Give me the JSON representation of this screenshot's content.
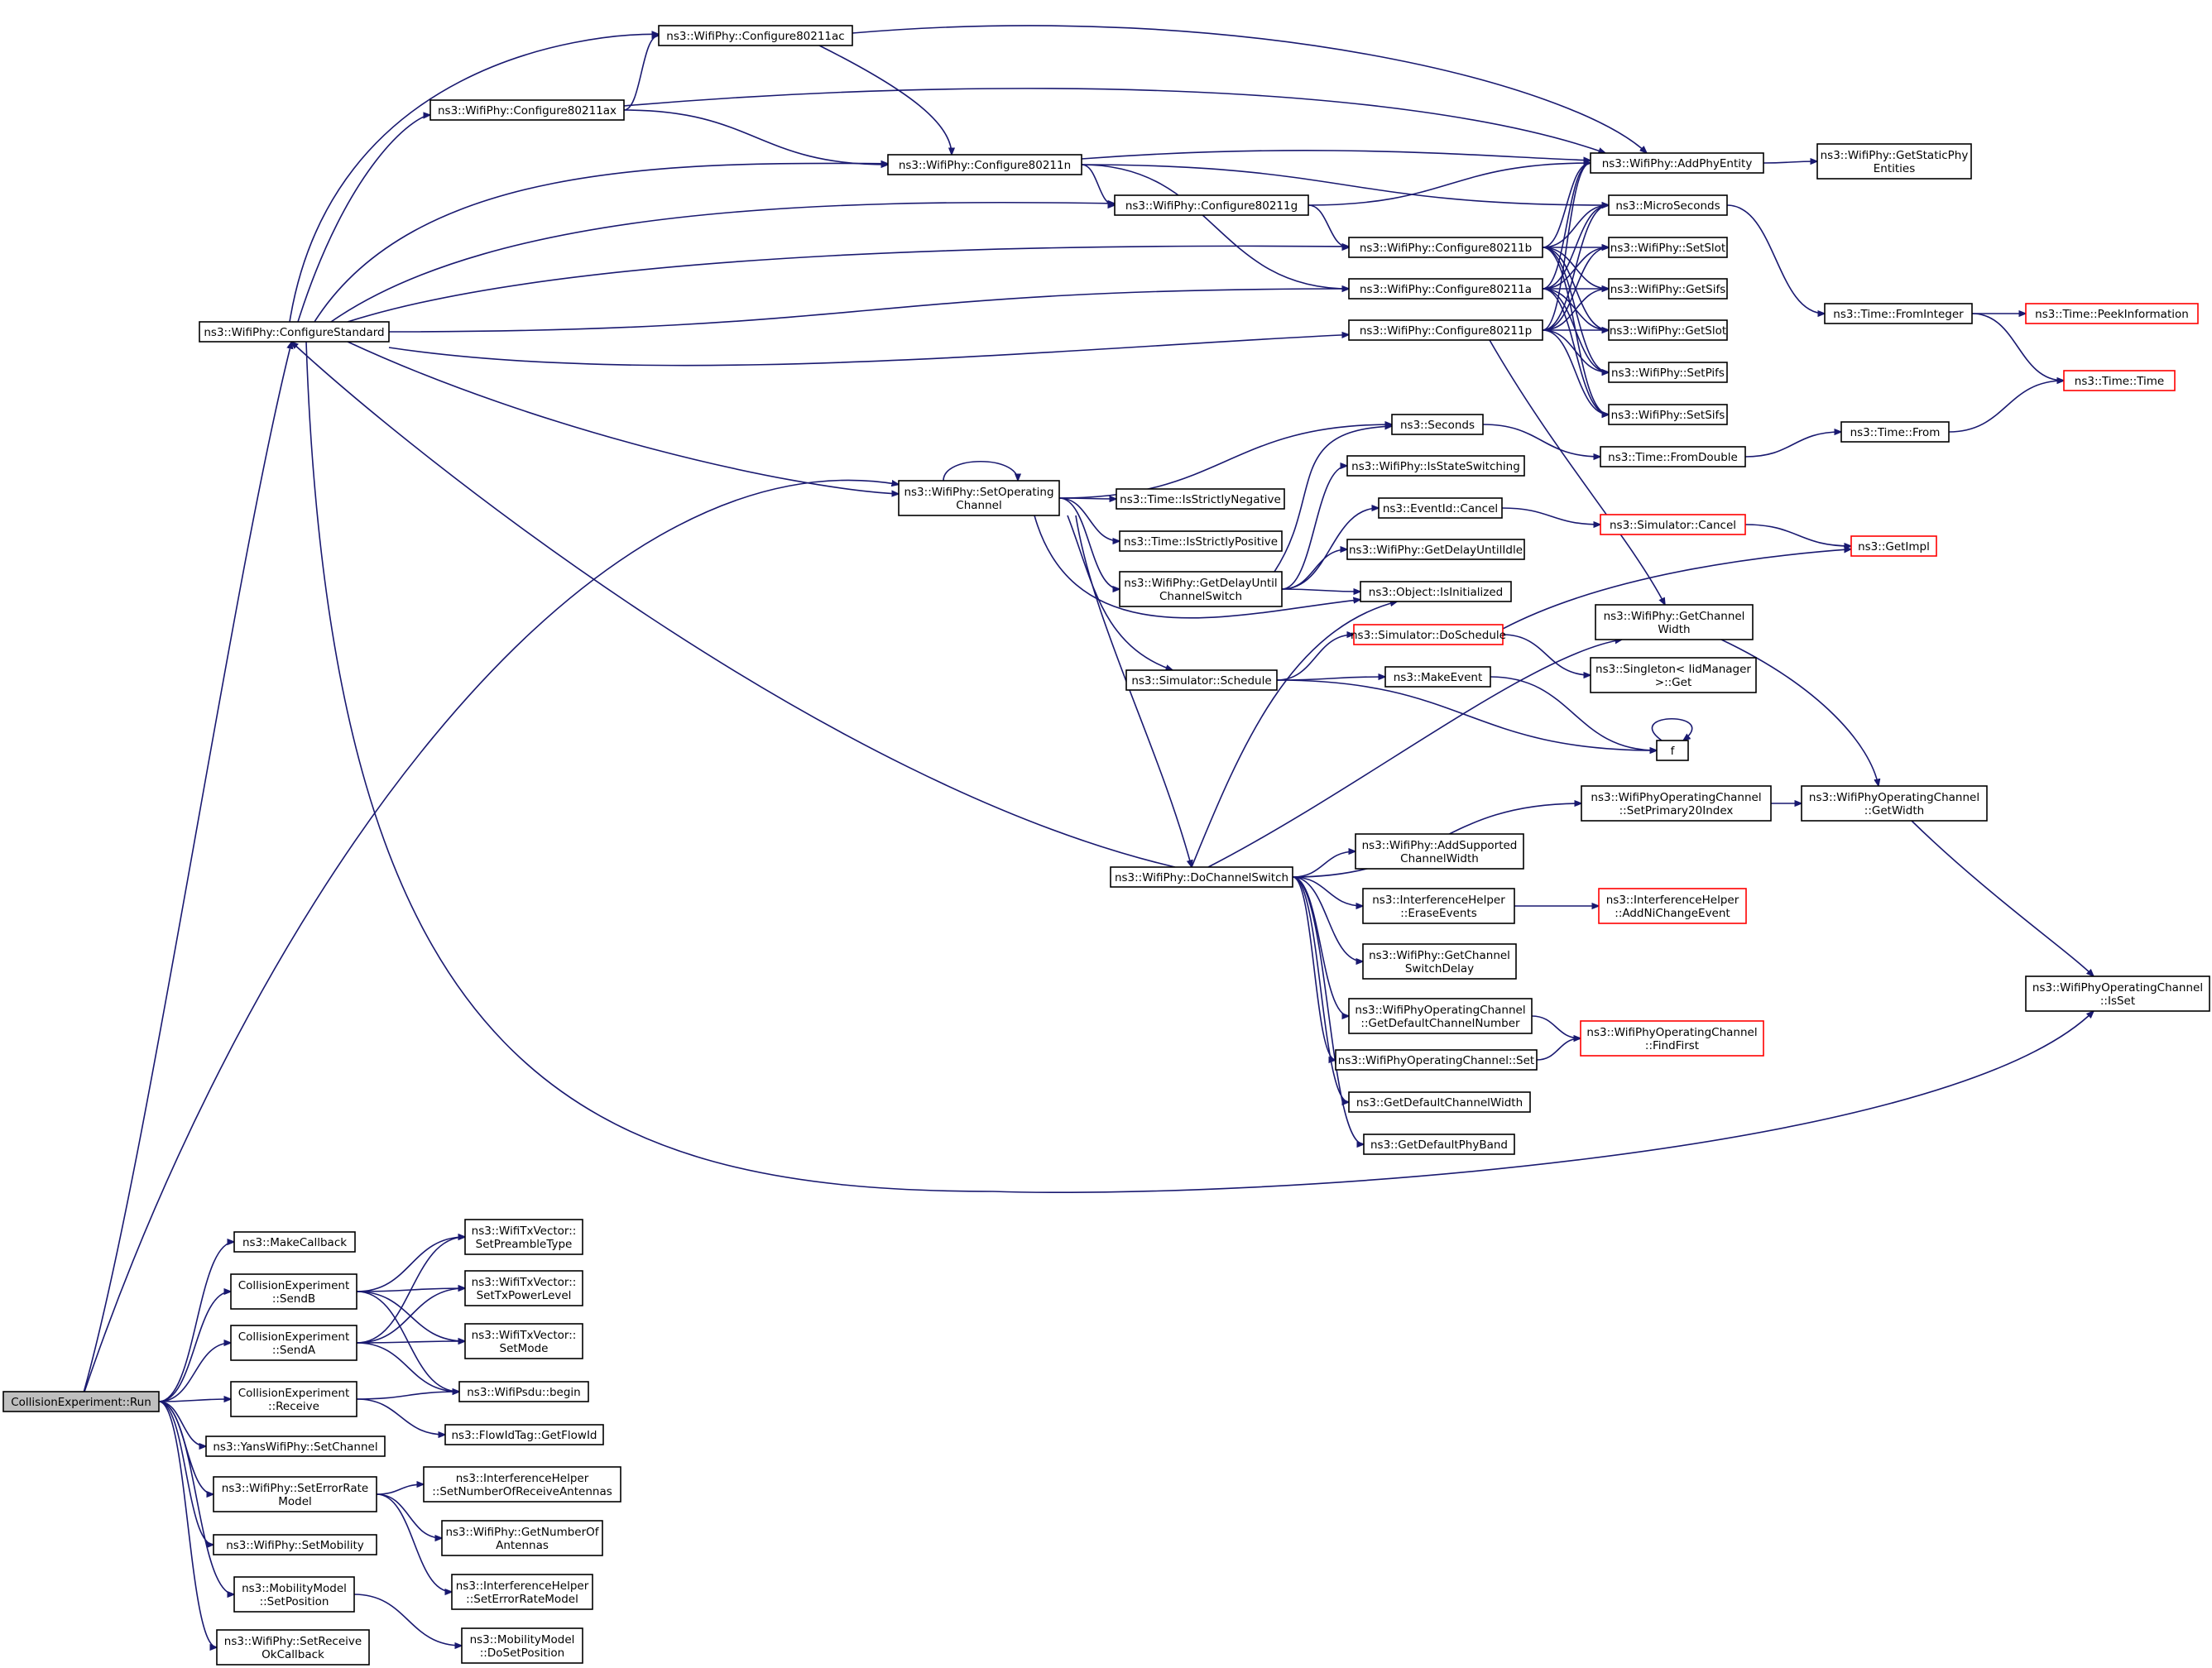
{
  "nodes": [
    {
      "id": "run",
      "lines": [
        "CollisionExperiment::Run"
      ],
      "style": "root"
    },
    {
      "id": "configStd",
      "lines": [
        "ns3::WifiPhy::ConfigureStandard"
      ]
    },
    {
      "id": "c80211ac",
      "lines": [
        "ns3::WifiPhy::Configure80211ac"
      ]
    },
    {
      "id": "c80211ax",
      "lines": [
        "ns3::WifiPhy::Configure80211ax"
      ]
    },
    {
      "id": "c80211n",
      "lines": [
        "ns3::WifiPhy::Configure80211n"
      ]
    },
    {
      "id": "c80211g",
      "lines": [
        "ns3::WifiPhy::Configure80211g"
      ]
    },
    {
      "id": "c80211b",
      "lines": [
        "ns3::WifiPhy::Configure80211b"
      ]
    },
    {
      "id": "c80211a",
      "lines": [
        "ns3::WifiPhy::Configure80211a"
      ]
    },
    {
      "id": "c80211p",
      "lines": [
        "ns3::WifiPhy::Configure80211p"
      ]
    },
    {
      "id": "addPhy",
      "lines": [
        "ns3::WifiPhy::AddPhyEntity"
      ]
    },
    {
      "id": "getStaticPhy",
      "lines": [
        "ns3::WifiPhy::GetStaticPhy",
        "Entities"
      ]
    },
    {
      "id": "micro",
      "lines": [
        "ns3::MicroSeconds"
      ]
    },
    {
      "id": "setSlot",
      "lines": [
        "ns3::WifiPhy::SetSlot"
      ]
    },
    {
      "id": "getSifs",
      "lines": [
        "ns3::WifiPhy::GetSifs"
      ]
    },
    {
      "id": "getSlot",
      "lines": [
        "ns3::WifiPhy::GetSlot"
      ]
    },
    {
      "id": "setPifs",
      "lines": [
        "ns3::WifiPhy::SetPifs"
      ]
    },
    {
      "id": "setSifs",
      "lines": [
        "ns3::WifiPhy::SetSifs"
      ]
    },
    {
      "id": "fromInteger",
      "lines": [
        "ns3::Time::FromInteger"
      ]
    },
    {
      "id": "peekInfo",
      "lines": [
        "ns3::Time::PeekInformation"
      ],
      "style": "red"
    },
    {
      "id": "timeTime",
      "lines": [
        "ns3::Time::Time"
      ],
      "style": "red"
    },
    {
      "id": "seconds",
      "lines": [
        "ns3::Seconds"
      ]
    },
    {
      "id": "fromDouble",
      "lines": [
        "ns3::Time::FromDouble"
      ]
    },
    {
      "id": "timeFrom",
      "lines": [
        "ns3::Time::From"
      ]
    },
    {
      "id": "setOpCh",
      "lines": [
        "ns3::WifiPhy::SetOperating",
        "Channel"
      ]
    },
    {
      "id": "isStrictNeg",
      "lines": [
        "ns3::Time::IsStrictlyNegative"
      ]
    },
    {
      "id": "isStrictPos",
      "lines": [
        "ns3::Time::IsStrictlyPositive"
      ]
    },
    {
      "id": "isStateSw",
      "lines": [
        "ns3::WifiPhy::IsStateSwitching"
      ]
    },
    {
      "id": "evCancel",
      "lines": [
        "ns3::EventId::Cancel"
      ]
    },
    {
      "id": "simCancel",
      "lines": [
        "ns3::Simulator::Cancel"
      ],
      "style": "red"
    },
    {
      "id": "getImpl",
      "lines": [
        "ns3::GetImpl"
      ],
      "style": "red"
    },
    {
      "id": "getDelayIdle",
      "lines": [
        "ns3::WifiPhy::GetDelayUntilIdle"
      ]
    },
    {
      "id": "getDelayCh",
      "lines": [
        "ns3::WifiPhy::GetDelayUntil",
        "ChannelSwitch"
      ]
    },
    {
      "id": "objInit",
      "lines": [
        "ns3::Object::IsInitialized"
      ]
    },
    {
      "id": "simDoSched",
      "lines": [
        "ns3::Simulator::DoSchedule"
      ],
      "style": "red"
    },
    {
      "id": "getChWidth",
      "lines": [
        "ns3::WifiPhy::GetChannel",
        "Width"
      ]
    },
    {
      "id": "singleton",
      "lines": [
        "ns3::Singleton< IidManager",
        ">::Get"
      ]
    },
    {
      "id": "simSched",
      "lines": [
        "ns3::Simulator::Schedule"
      ]
    },
    {
      "id": "makeEvent",
      "lines": [
        "ns3::MakeEvent"
      ]
    },
    {
      "id": "f",
      "lines": [
        "f"
      ]
    },
    {
      "id": "setPrimary",
      "lines": [
        "ns3::WifiPhyOperatingChannel",
        "::SetPrimary20Index"
      ]
    },
    {
      "id": "opGetWidth",
      "lines": [
        "ns3::WifiPhyOperatingChannel",
        "::GetWidth"
      ]
    },
    {
      "id": "addSupCh",
      "lines": [
        "ns3::WifiPhy::AddSupported",
        "ChannelWidth"
      ]
    },
    {
      "id": "doChSw",
      "lines": [
        "ns3::WifiPhy::DoChannelSwitch"
      ]
    },
    {
      "id": "ihErase",
      "lines": [
        "ns3::InterferenceHelper",
        "::EraseEvents"
      ]
    },
    {
      "id": "ihAddNi",
      "lines": [
        "ns3::InterferenceHelper",
        "::AddNiChangeEvent"
      ],
      "style": "red"
    },
    {
      "id": "getChSwDelay",
      "lines": [
        "ns3::WifiPhy::GetChannel",
        "SwitchDelay"
      ]
    },
    {
      "id": "getDefChNum",
      "lines": [
        "ns3::WifiPhyOperatingChannel",
        "::GetDefaultChannelNumber"
      ]
    },
    {
      "id": "findFirst",
      "lines": [
        "ns3::WifiPhyOperatingChannel",
        "::FindFirst"
      ],
      "style": "red"
    },
    {
      "id": "opSet",
      "lines": [
        "ns3::WifiPhyOperatingChannel::Set"
      ]
    },
    {
      "id": "opIsSet",
      "lines": [
        "ns3::WifiPhyOperatingChannel",
        "::IsSet"
      ]
    },
    {
      "id": "getDefChWidth",
      "lines": [
        "ns3::GetDefaultChannelWidth"
      ]
    },
    {
      "id": "getDefPhyBand",
      "lines": [
        "ns3::GetDefaultPhyBand"
      ]
    },
    {
      "id": "makeCb",
      "lines": [
        "ns3::MakeCallback"
      ]
    },
    {
      "id": "sendB",
      "lines": [
        "CollisionExperiment",
        "::SendB"
      ]
    },
    {
      "id": "sendA",
      "lines": [
        "CollisionExperiment",
        "::SendA"
      ]
    },
    {
      "id": "receive",
      "lines": [
        "CollisionExperiment",
        "::Receive"
      ]
    },
    {
      "id": "setPreamble",
      "lines": [
        "ns3::WifiTxVector::",
        "SetPreambleType"
      ]
    },
    {
      "id": "setTxPower",
      "lines": [
        "ns3::WifiTxVector::",
        "SetTxPowerLevel"
      ]
    },
    {
      "id": "setMode",
      "lines": [
        "ns3::WifiTxVector::",
        "SetMode"
      ]
    },
    {
      "id": "psduBegin",
      "lines": [
        "ns3::WifiPsdu::begin"
      ]
    },
    {
      "id": "flowId",
      "lines": [
        "ns3::FlowIdTag::GetFlowId"
      ]
    },
    {
      "id": "yansSetCh",
      "lines": [
        "ns3::YansWifiPhy::SetChannel"
      ]
    },
    {
      "id": "setErrModel",
      "lines": [
        "ns3::WifiPhy::SetErrorRate",
        "Model"
      ]
    },
    {
      "id": "ihSetNumRx",
      "lines": [
        "ns3::InterferenceHelper",
        "::SetNumberOfReceiveAntennas"
      ]
    },
    {
      "id": "getNumAnt",
      "lines": [
        "ns3::WifiPhy::GetNumberOf",
        "Antennas"
      ]
    },
    {
      "id": "ihSetErr",
      "lines": [
        "ns3::InterferenceHelper",
        "::SetErrorRateModel"
      ]
    },
    {
      "id": "setMobility",
      "lines": [
        "ns3::WifiPhy::SetMobility"
      ]
    },
    {
      "id": "mobSetPos",
      "lines": [
        "ns3::MobilityModel",
        "::SetPosition"
      ]
    },
    {
      "id": "mobDoSetPos",
      "lines": [
        "ns3::MobilityModel",
        "::DoSetPosition"
      ]
    },
    {
      "id": "setRxOk",
      "lines": [
        "ns3::WifiPhy::SetReceive",
        "OkCallback"
      ]
    }
  ],
  "edges": [
    [
      "run",
      "configStd"
    ],
    [
      "run",
      "setOpCh"
    ],
    [
      "run",
      "makeCb"
    ],
    [
      "run",
      "sendB"
    ],
    [
      "run",
      "sendA"
    ],
    [
      "run",
      "receive"
    ],
    [
      "run",
      "yansSetCh"
    ],
    [
      "run",
      "setErrModel"
    ],
    [
      "run",
      "setMobility"
    ],
    [
      "run",
      "mobSetPos"
    ],
    [
      "run",
      "setRxOk"
    ],
    [
      "configStd",
      "c80211ac"
    ],
    [
      "configStd",
      "c80211ax"
    ],
    [
      "configStd",
      "c80211n"
    ],
    [
      "configStd",
      "c80211g"
    ],
    [
      "configStd",
      "c80211b"
    ],
    [
      "configStd",
      "c80211a"
    ],
    [
      "configStd",
      "c80211p"
    ],
    [
      "configStd",
      "setOpCh"
    ],
    [
      "configStd",
      "opIsSet"
    ],
    [
      "c80211ac",
      "addPhy"
    ],
    [
      "c80211ac",
      "c80211n"
    ],
    [
      "c80211ax",
      "c80211ac"
    ],
    [
      "c80211ax",
      "addPhy"
    ],
    [
      "c80211ax",
      "c80211n"
    ],
    [
      "c80211n",
      "addPhy"
    ],
    [
      "c80211n",
      "micro"
    ],
    [
      "c80211n",
      "c80211g"
    ],
    [
      "c80211n",
      "c80211a"
    ],
    [
      "c80211g",
      "addPhy"
    ],
    [
      "c80211g",
      "c80211b"
    ],
    [
      "c80211b",
      "addPhy"
    ],
    [
      "c80211b",
      "micro"
    ],
    [
      "c80211b",
      "setSlot"
    ],
    [
      "c80211b",
      "getSifs"
    ],
    [
      "c80211b",
      "getSlot"
    ],
    [
      "c80211b",
      "setPifs"
    ],
    [
      "c80211b",
      "setSifs"
    ],
    [
      "c80211a",
      "addPhy"
    ],
    [
      "c80211a",
      "micro"
    ],
    [
      "c80211a",
      "setSlot"
    ],
    [
      "c80211a",
      "getSifs"
    ],
    [
      "c80211a",
      "getSlot"
    ],
    [
      "c80211a",
      "setPifs"
    ],
    [
      "c80211a",
      "setSifs"
    ],
    [
      "c80211p",
      "addPhy"
    ],
    [
      "c80211p",
      "micro"
    ],
    [
      "c80211p",
      "setSlot"
    ],
    [
      "c80211p",
      "getSifs"
    ],
    [
      "c80211p",
      "getSlot"
    ],
    [
      "c80211p",
      "setPifs"
    ],
    [
      "c80211p",
      "setSifs"
    ],
    [
      "c80211p",
      "getChWidth"
    ],
    [
      "addPhy",
      "getStaticPhy"
    ],
    [
      "micro",
      "fromInteger"
    ],
    [
      "fromInteger",
      "peekInfo"
    ],
    [
      "fromInteger",
      "timeTime"
    ],
    [
      "seconds",
      "fromDouble"
    ],
    [
      "fromDouble",
      "timeFrom"
    ],
    [
      "timeFrom",
      "timeTime"
    ],
    [
      "setOpCh",
      "setOpCh"
    ],
    [
      "setOpCh",
      "seconds"
    ],
    [
      "setOpCh",
      "isStrictNeg"
    ],
    [
      "setOpCh",
      "isStrictPos"
    ],
    [
      "setOpCh",
      "getDelayCh"
    ],
    [
      "setOpCh",
      "objInit"
    ],
    [
      "setOpCh",
      "simSched"
    ],
    [
      "setOpCh",
      "doChSw"
    ],
    [
      "getDelayCh",
      "seconds"
    ],
    [
      "getDelayCh",
      "isStateSw"
    ],
    [
      "getDelayCh",
      "evCancel"
    ],
    [
      "getDelayCh",
      "getDelayIdle"
    ],
    [
      "getDelayCh",
      "objInit"
    ],
    [
      "evCancel",
      "simCancel"
    ],
    [
      "simCancel",
      "getImpl"
    ],
    [
      "simDoSched",
      "getImpl"
    ],
    [
      "simDoSched",
      "singleton"
    ],
    [
      "simSched",
      "simDoSched"
    ],
    [
      "simSched",
      "makeEvent"
    ],
    [
      "simSched",
      "f"
    ],
    [
      "makeEvent",
      "f"
    ],
    [
      "f",
      "f"
    ],
    [
      "doChSw",
      "configStd"
    ],
    [
      "doChSw",
      "objInit"
    ],
    [
      "doChSw",
      "getChWidth"
    ],
    [
      "doChSw",
      "setPrimary"
    ],
    [
      "doChSw",
      "addSupCh"
    ],
    [
      "doChSw",
      "ihErase"
    ],
    [
      "doChSw",
      "getChSwDelay"
    ],
    [
      "doChSw",
      "getDefChNum"
    ],
    [
      "doChSw",
      "opSet"
    ],
    [
      "doChSw",
      "getDefChWidth"
    ],
    [
      "doChSw",
      "getDefPhyBand"
    ],
    [
      "getChWidth",
      "opGetWidth"
    ],
    [
      "setPrimary",
      "opGetWidth"
    ],
    [
      "opGetWidth",
      "opIsSet"
    ],
    [
      "ihErase",
      "ihAddNi"
    ],
    [
      "getDefChNum",
      "findFirst"
    ],
    [
      "opSet",
      "findFirst"
    ],
    [
      "sendB",
      "setPreamble"
    ],
    [
      "sendB",
      "setTxPower"
    ],
    [
      "sendB",
      "setMode"
    ],
    [
      "sendB",
      "psduBegin"
    ],
    [
      "sendA",
      "setPreamble"
    ],
    [
      "sendA",
      "setTxPower"
    ],
    [
      "sendA",
      "setMode"
    ],
    [
      "sendA",
      "psduBegin"
    ],
    [
      "receive",
      "psduBegin"
    ],
    [
      "receive",
      "flowId"
    ],
    [
      "setErrModel",
      "ihSetNumRx"
    ],
    [
      "setErrModel",
      "getNumAnt"
    ],
    [
      "setErrModel",
      "ihSetErr"
    ],
    [
      "mobSetPos",
      "mobDoSetPos"
    ]
  ],
  "colors": {
    "edge": "#191970",
    "red_border": "#ff0000",
    "root_fill": "#bfbfbf"
  }
}
